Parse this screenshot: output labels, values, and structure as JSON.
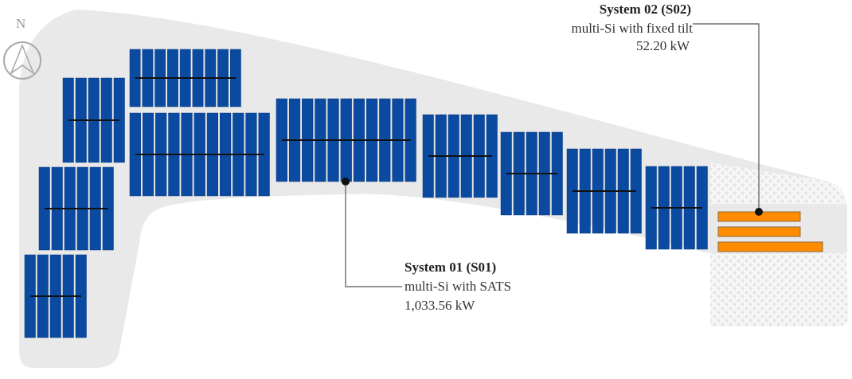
{
  "compass": {
    "label": "N",
    "icon": "north-arrow-icon"
  },
  "colors": {
    "sats_panel": "#0a4aa0",
    "fixed_panel": "#ff8c00",
    "site": "#e9e9e9",
    "leader": "#555555"
  },
  "systems": [
    {
      "title": "System 01 (S01)",
      "description": "multi-Si with SATS",
      "power": "1,033.56 kW"
    },
    {
      "title": "System 02 (S02)",
      "description": "multi-Si with fixed tilt",
      "power": "52.20 kW"
    }
  ]
}
